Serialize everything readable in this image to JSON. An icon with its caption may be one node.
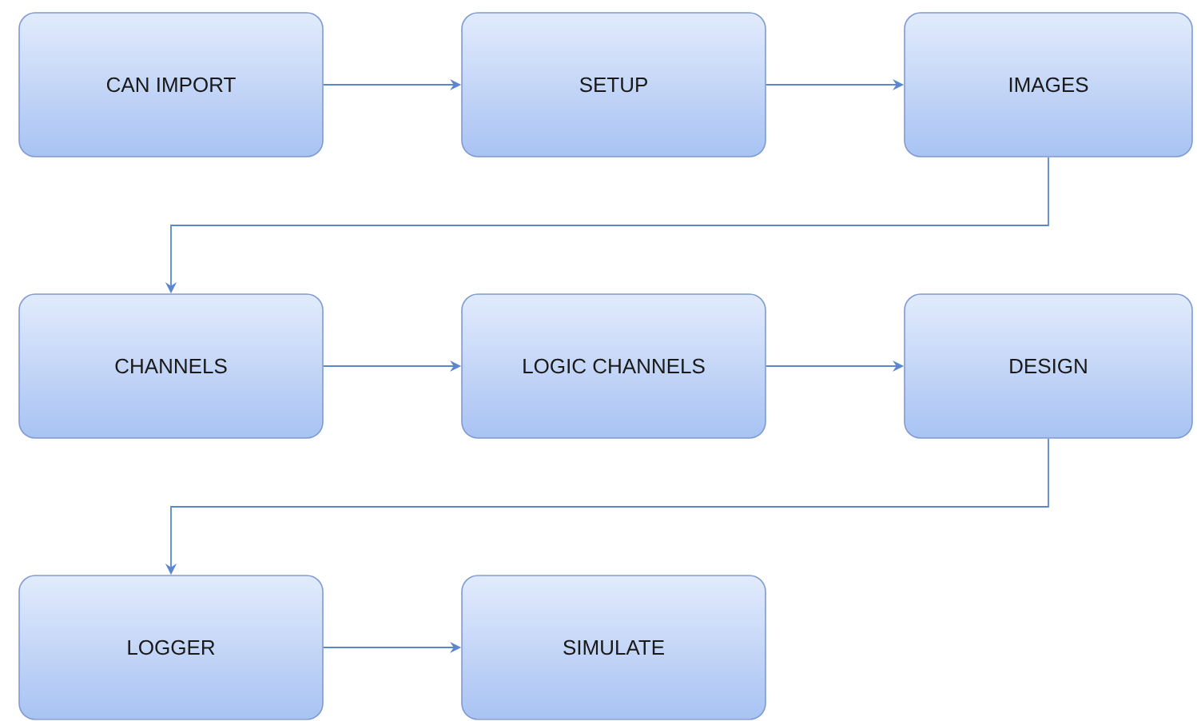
{
  "diagram": {
    "nodes": [
      {
        "text": [
          "CAN IMPORT"
        ]
      },
      {
        "text": [
          "SETUP"
        ]
      },
      {
        "text": [
          "IMAGES"
        ]
      },
      {
        "text": [
          "CHANNELS"
        ]
      },
      {
        "text": [
          "LOGIC CHANNELS"
        ]
      },
      {
        "text": [
          "DESIGN"
        ]
      },
      {
        "text": [
          "LOGGER"
        ]
      },
      {
        "text": [
          "SIMULATE"
        ]
      }
    ],
    "edges": [
      {
        "from": 0,
        "to": 1,
        "arrow": "to"
      },
      {
        "from": 1,
        "to": 2,
        "arrow": "to"
      },
      {
        "from": 2,
        "to": 3,
        "arrow": "to"
      },
      {
        "from": 3,
        "to": 4,
        "arrow": "to"
      },
      {
        "from": 4,
        "to": 5,
        "arrow": "to"
      },
      {
        "from": 5,
        "to": 6,
        "arrow": "to"
      },
      {
        "from": 6,
        "to": 7,
        "arrow": "to"
      }
    ]
  }
}
